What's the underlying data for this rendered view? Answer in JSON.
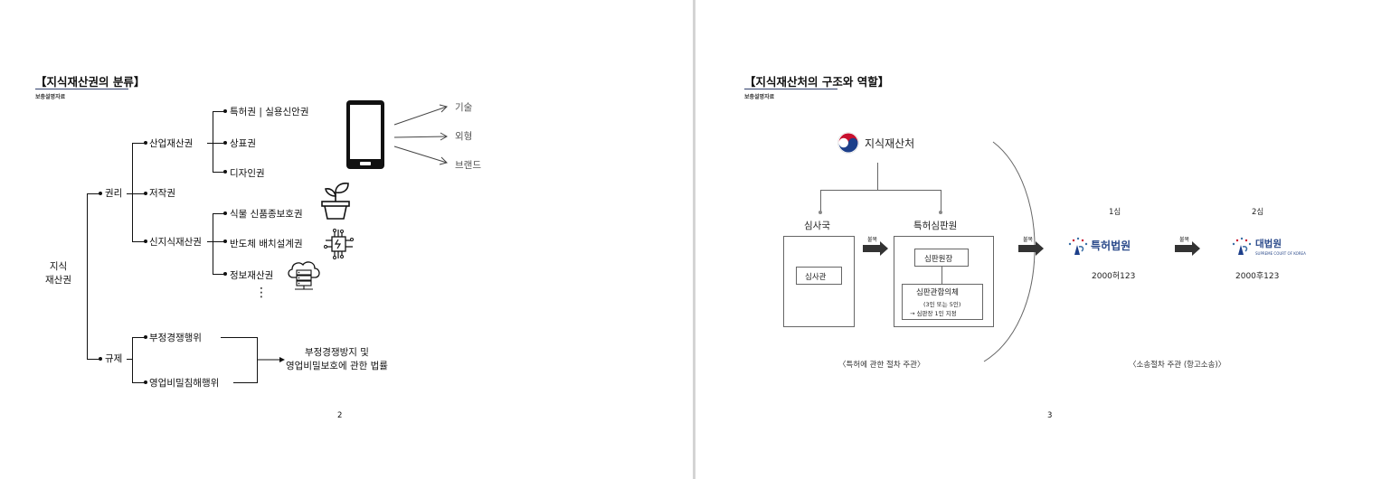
{
  "left_page": {
    "title": "【지식재산권의 분류】",
    "subtitle": "보충설명자료",
    "root": "지식\n재산권",
    "branch_rights": "권리",
    "branch_regulation": "규제",
    "industrial": "산업재산권",
    "copyright": "저작권",
    "new_ip": "신지식재산권",
    "patent": "특허권 | 실용신안권",
    "trademark": "상표권",
    "design": "디자인권",
    "plant": "식물 신품종보호권",
    "semiconductor": "반도체 배치설계권",
    "info": "정보재산권",
    "ellipsis": "⋮",
    "unfair": "부정경쟁행위",
    "trade_secret": "영업비밀침해행위",
    "law": "부정경쟁방지 및\n영업비밀보호에 관한 법률",
    "arrow_tech": "기술",
    "arrow_exterior": "외형",
    "arrow_brand": "브랜드",
    "page_number": "2"
  },
  "right_page": {
    "title": "【지식재산처의 구조와 역할】",
    "subtitle": "보충설명자료",
    "org_name": "지식재산처",
    "exam_bureau": "심사국",
    "trial_board": "특허심판원",
    "examiner": "심사관",
    "chief_judge": "심판원장",
    "trial_panel": "심판관합의체",
    "trial_panel_note1": "(3인 또는 5인)",
    "trial_panel_note2": "→ 심판장 1인 지정",
    "appeal_label_1": "불복",
    "appeal_label_2": "불복",
    "appeal_label_3": "불복",
    "instance_1": "1심",
    "instance_2": "2심",
    "patent_court": "특허법원",
    "supreme_court": "대법원",
    "supreme_court_en": "SUPREME COURT OF KOREA",
    "case_1": "2000허123",
    "case_2": "2000후123",
    "caption_left": "〈특허에 관한 절차 주관〉",
    "caption_right": "〈소송절차 주관 (항고소송)〉",
    "page_number": "3"
  }
}
